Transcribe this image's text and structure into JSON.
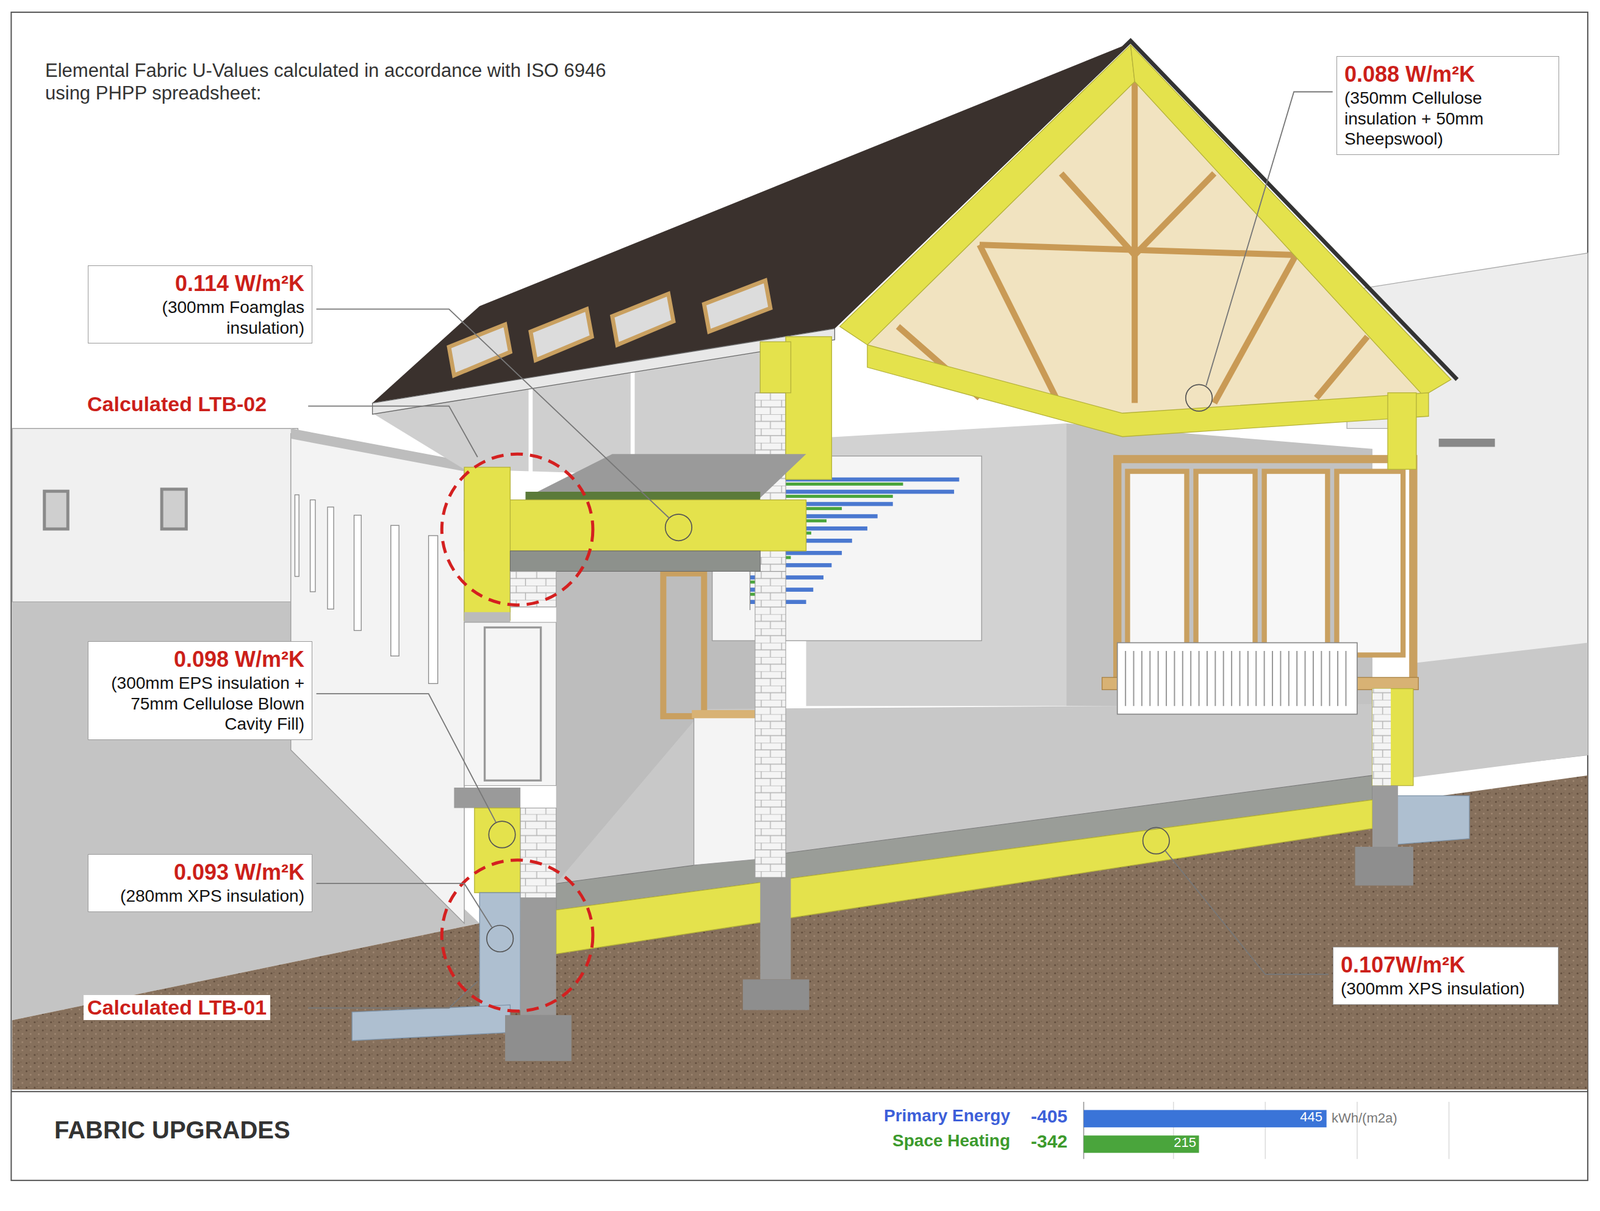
{
  "diagram": {
    "title": "FABRIC UPGRADES",
    "nodes": [
      {
        "text": [
          "0.088 W/m²K",
          "(350mm Cellulose insulation + 50mm Sheepswool)"
        ]
      },
      {
        "text": [
          "0.114 W/m²K",
          "(300mm Foamglas insulation)"
        ]
      },
      {
        "text": [
          "0.098 W/m²K",
          "(300mm EPS insulation + 75mm Cellulose Blown Cavity Fill)"
        ]
      },
      {
        "text": [
          "0.093 W/m²K",
          "(280mm XPS insulation)"
        ]
      },
      {
        "text": [
          "0.107W/m²K",
          "(300mm XPS insulation)"
        ]
      }
    ],
    "labels": [
      "Elemental Fabric U-Values calculated in accordance with ISO 6946 using PHPP spreadsheet:",
      "Calculated LTB-02",
      "Calculated LTB-01",
      "Primary Energy",
      "-405",
      "Space Heating",
      "-342",
      "445",
      "215",
      "kWh/(m2a)"
    ]
  }
}
